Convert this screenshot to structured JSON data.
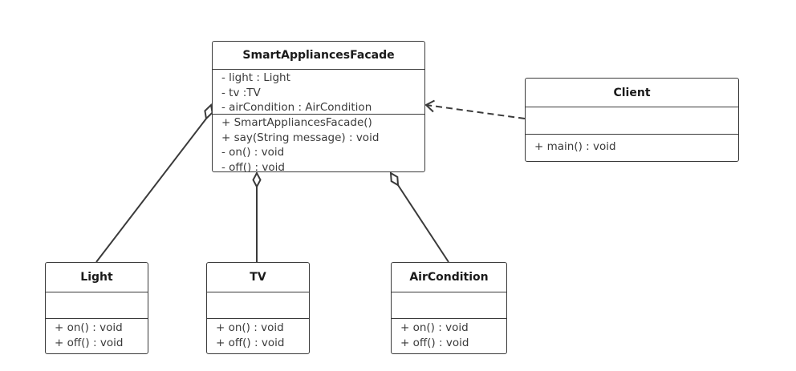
{
  "classes": {
    "facade": {
      "name": "SmartAppliancesFacade",
      "attributes": [
        "- light : Light",
        "- tv :TV",
        "- airCondition : AirCondition"
      ],
      "operations": [
        "+ SmartAppliancesFacade()",
        "+ say(String message) : void",
        "- on() : void",
        "- off() : void"
      ]
    },
    "client": {
      "name": "Client",
      "attributes": [],
      "operations": [
        "+ main() : void"
      ]
    },
    "light": {
      "name": "Light",
      "attributes": [],
      "operations": [
        "+ on() : void",
        "+ off() : void"
      ]
    },
    "tv": {
      "name": "TV",
      "attributes": [],
      "operations": [
        "+ on() : void",
        "+ off() : void"
      ]
    },
    "aircondition": {
      "name": "AirCondition",
      "attributes": [],
      "operations": [
        "+ on() : void",
        "+ off() : void"
      ]
    }
  },
  "relationships": [
    {
      "type": "dependency",
      "from": "Client",
      "to": "SmartAppliancesFacade",
      "style": "dashed-open-arrow"
    },
    {
      "type": "aggregation",
      "whole": "SmartAppliancesFacade",
      "part": "Light"
    },
    {
      "type": "aggregation",
      "whole": "SmartAppliancesFacade",
      "part": "TV"
    },
    {
      "type": "aggregation",
      "whole": "SmartAppliancesFacade",
      "part": "AirCondition"
    }
  ],
  "colors": {
    "stroke": "#3a3a3a",
    "text": "#333333",
    "background": "#ffffff"
  }
}
